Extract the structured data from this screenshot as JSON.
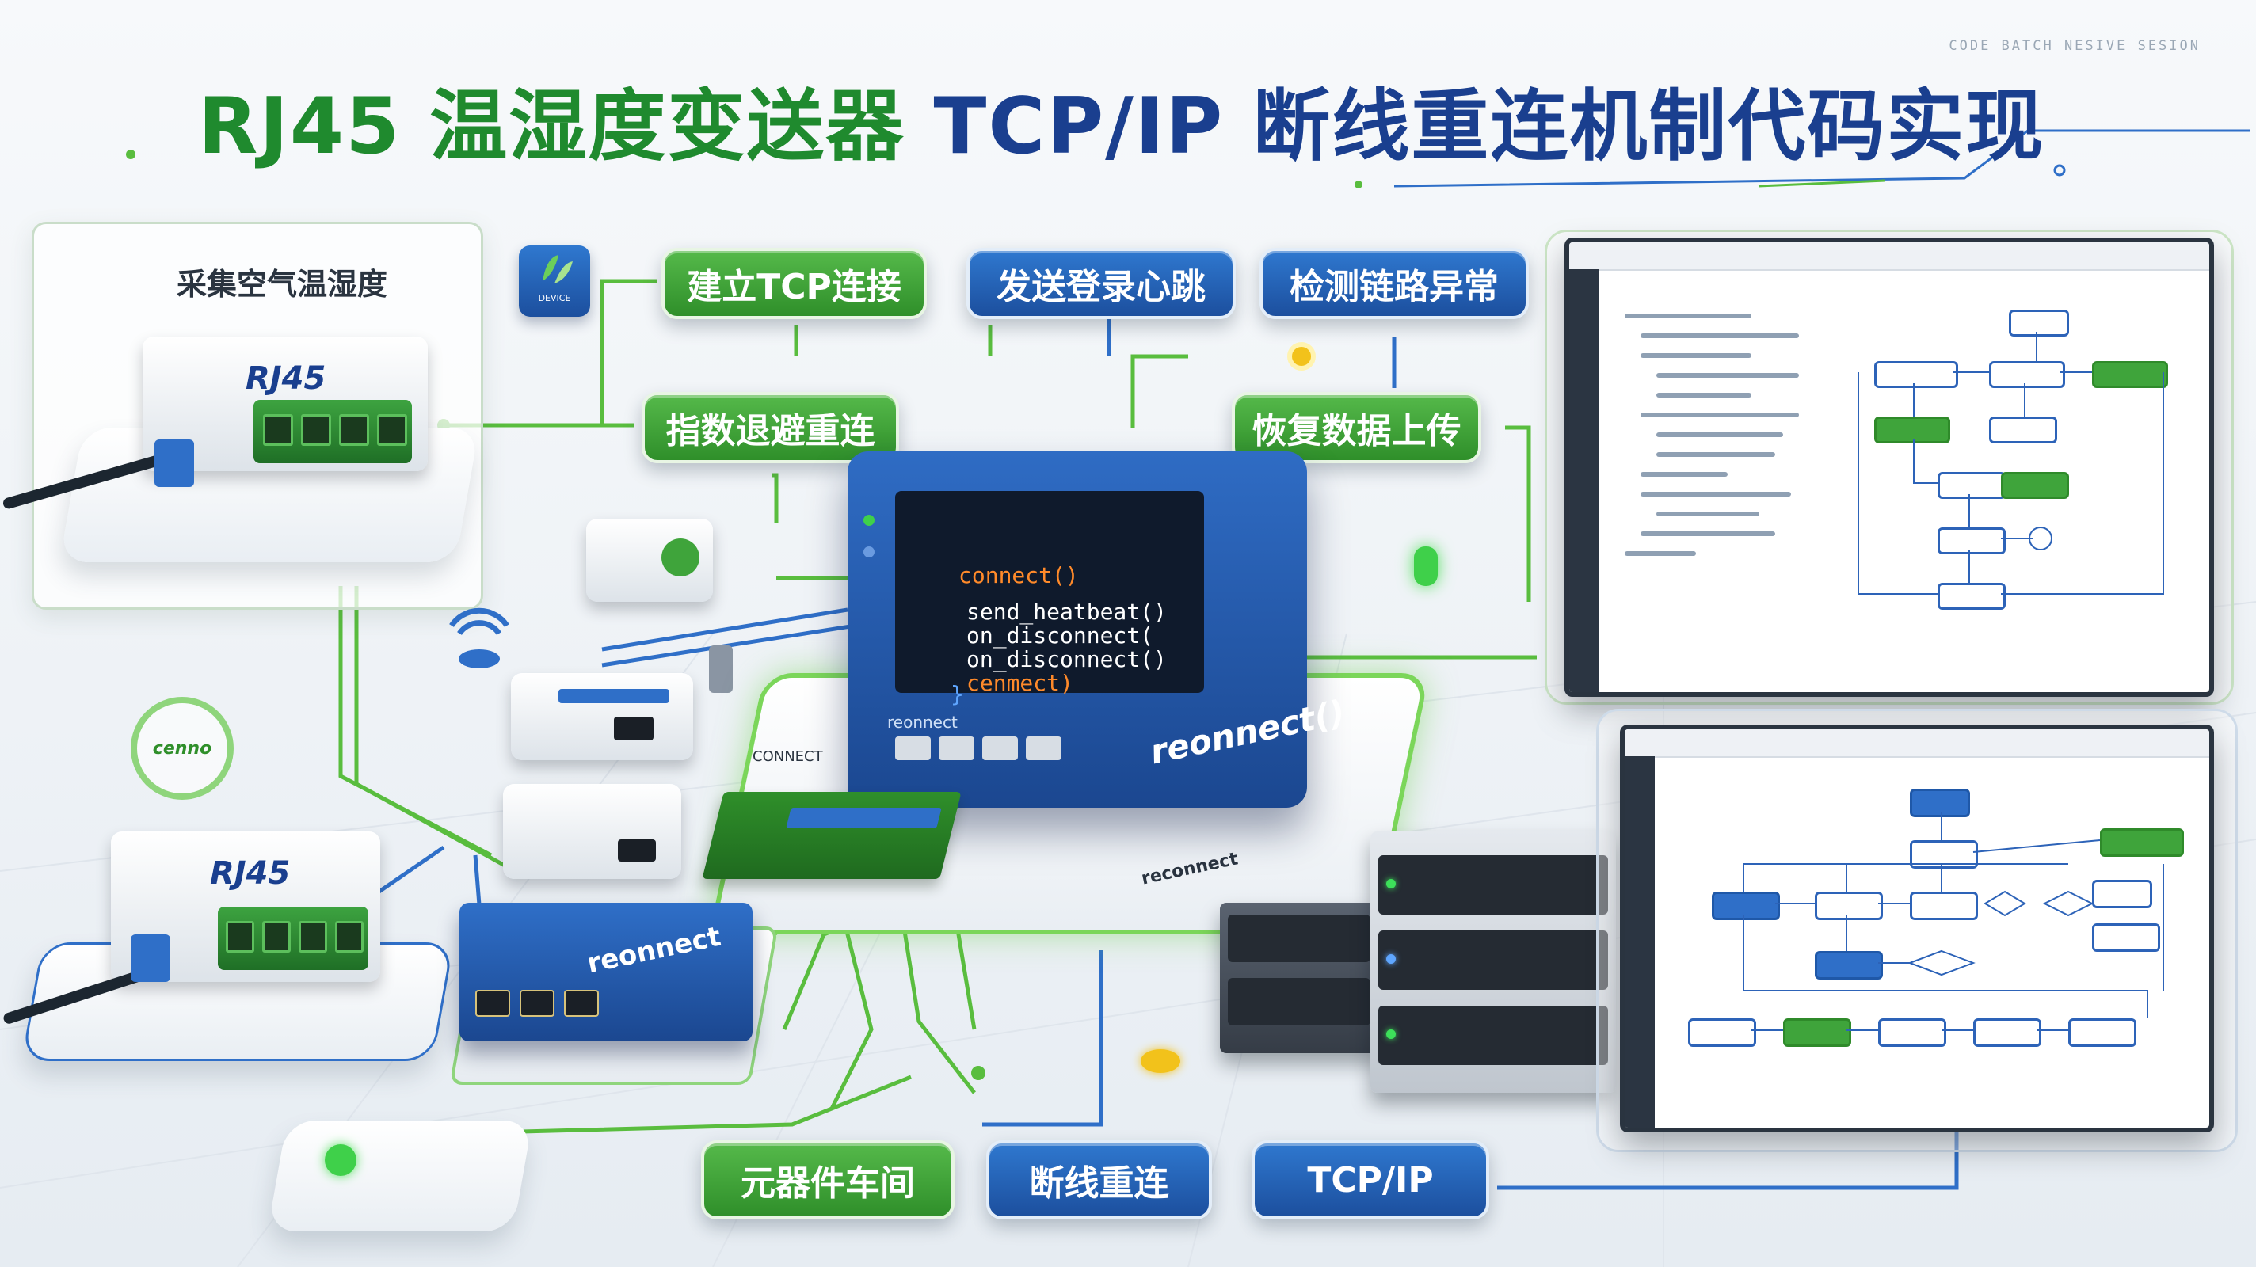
{
  "title": {
    "part1": "RJ45 温湿度变送器",
    "part2": "TCP/IP",
    "part3": "断线重连机制代码实现"
  },
  "watermark": "CODE BATCH NESIVE SESION",
  "sensor_card": {
    "label": "采集空气温湿度",
    "device_top_label": "RJ45",
    "device_bottom_label": "RJ45"
  },
  "badges": {
    "logo_caption": "DEVICE",
    "wifi_caption": "cenno"
  },
  "flow_buttons": [
    {
      "label": "建立TCP连接",
      "color": "green"
    },
    {
      "label": "发送登录心跳",
      "color": "blue"
    },
    {
      "label": "检测链路异常",
      "color": "blue"
    },
    {
      "label": "指数退避重连",
      "color": "green"
    },
    {
      "label": "恢复数据上传",
      "color": "green"
    }
  ],
  "server": {
    "code_lines": [
      "connect()",
      "send_heatbeat()",
      "on_disconnect(",
      "on_disconnect()",
      "cenmect)"
    ],
    "cursor": "}",
    "side_label": "reonnect()",
    "base_label": "reonnect",
    "platform_label": "reconnect"
  },
  "switch": {
    "label": "reonnect",
    "brand": "CONNECT"
  },
  "bottom_buttons": [
    {
      "label": "元器件车间",
      "color": "green"
    },
    {
      "label": "断线重连",
      "color": "blue"
    },
    {
      "label": "TCP/IP",
      "color": "blue"
    }
  ],
  "colors": {
    "brand_green": "#2f8f2a",
    "brand_blue": "#1c4f9e",
    "wire_green": "#59bd3e",
    "wire_blue": "#2f6fc8"
  }
}
